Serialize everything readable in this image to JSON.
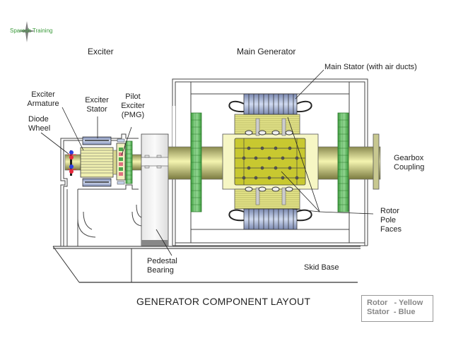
{
  "branding": {
    "text": "Sparesh Training",
    "icon": "sparkle-icon"
  },
  "headers": {
    "exciter": "Exciter",
    "main_generator": "Main Generator"
  },
  "labels": {
    "main_stator": "Main Stator (with air ducts)",
    "exciter_armature": [
      "Exciter",
      "Armature"
    ],
    "exciter_stator": [
      "Exciter",
      "Stator"
    ],
    "pilot_exciter": [
      "Pilot",
      "Exciter",
      "(PMG)"
    ],
    "diode_wheel": [
      "Diode",
      "Wheel"
    ],
    "gearbox_coupling": [
      "Gearbox",
      "Coupling"
    ],
    "rotor_pole_faces": [
      "Rotor",
      "Pole",
      "Faces"
    ],
    "pedestal_bearing": [
      "Pedestal",
      "Bearing"
    ],
    "skid_base": "Skid Base"
  },
  "title": "GENERATOR COMPONENT LAYOUT",
  "legend": {
    "rotor": "Rotor   - Yellow",
    "stator": "Stator  - Blue"
  },
  "colors": {
    "rotor": "#e6e68a",
    "stator": "#a9b8dd",
    "pmg_green": "#4aa84a",
    "diode_red": "#e8283c",
    "diode_blue": "#2b3ee0",
    "brand": "#3a9a3a"
  }
}
